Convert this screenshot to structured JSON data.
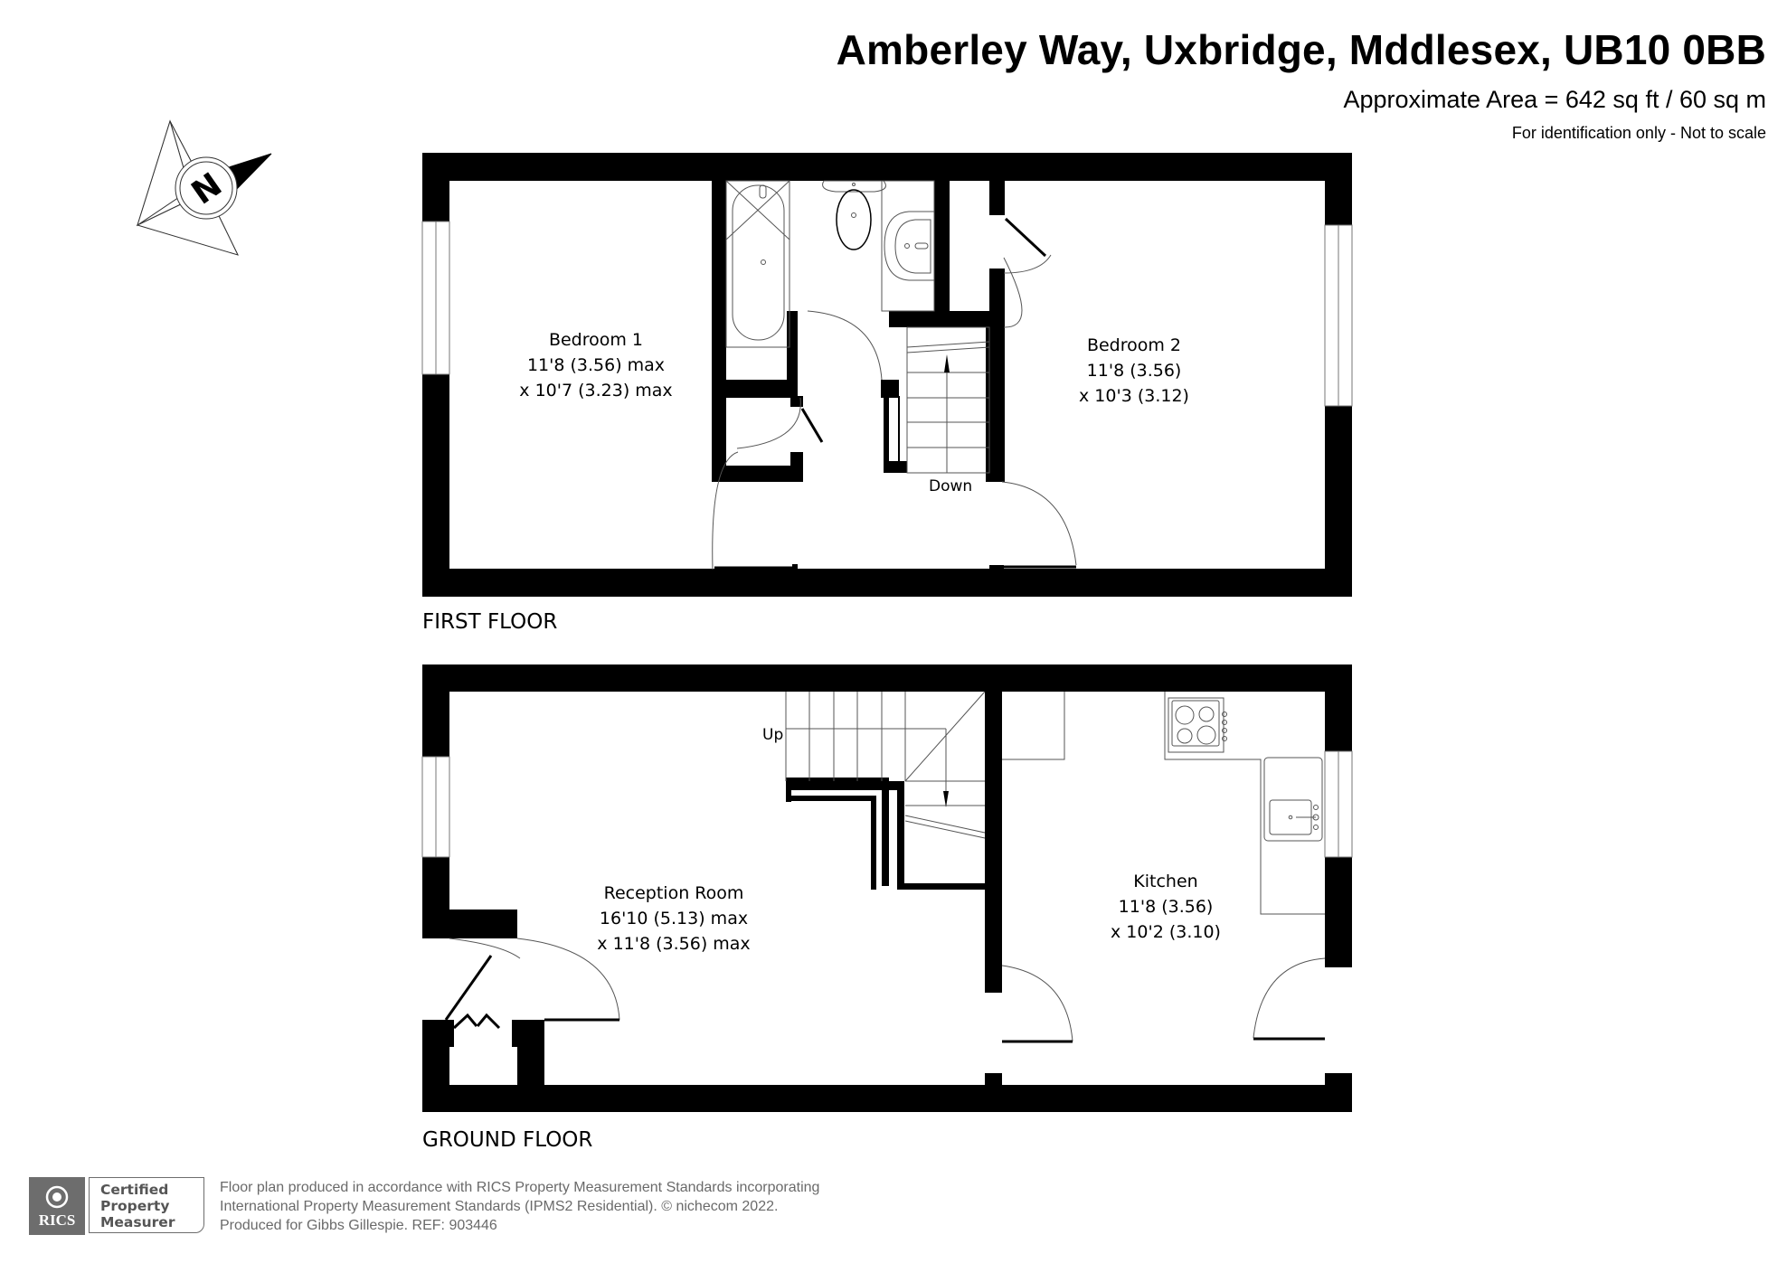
{
  "header": {
    "title": "Amberley Way, Uxbridge, Mddlesex, UB10 0BB",
    "area": "Approximate Area = 642 sq ft / 60 sq m",
    "note": "For identification only - Not to scale"
  },
  "compass": {
    "letter": "N",
    "icon": "north-compass-icon"
  },
  "first_floor": {
    "label": "FIRST FLOOR",
    "rooms": [
      {
        "name": "Bedroom 1",
        "dim1": "11'8 (3.56) max",
        "dim2": "x 10'7 (3.23) max"
      },
      {
        "name": "Bedroom 2",
        "dim1": "11'8 (3.56)",
        "dim2": "x 10'3 (3.12)"
      }
    ],
    "stairs_label": "Down"
  },
  "ground_floor": {
    "label": "GROUND FLOOR",
    "rooms": [
      {
        "name": "Reception Room",
        "dim1": "16'10 (5.13) max",
        "dim2": "x 11'8 (3.56) max"
      },
      {
        "name": "Kitchen",
        "dim1": "11'8 (3.56)",
        "dim2": "x 10'2 (3.10)"
      }
    ],
    "stairs_label": "Up"
  },
  "footer": {
    "badge": {
      "org": "RICS",
      "line1": "Certified",
      "line2": "Property",
      "line3": "Measurer"
    },
    "credit_line1": "Floor plan produced in accordance with RICS Property Measurement Standards incorporating",
    "credit_line2": "International Property Measurement Standards (IPMS2 Residential).   © nichecom 2022.",
    "credit_line3": "Produced for Gibbs Gillespie.   REF: 903446"
  },
  "colors": {
    "wall": "#000000",
    "fixture_line": "#555555",
    "badge_grey": "#6d6d6d",
    "credit_text": "#6a6a6a"
  }
}
